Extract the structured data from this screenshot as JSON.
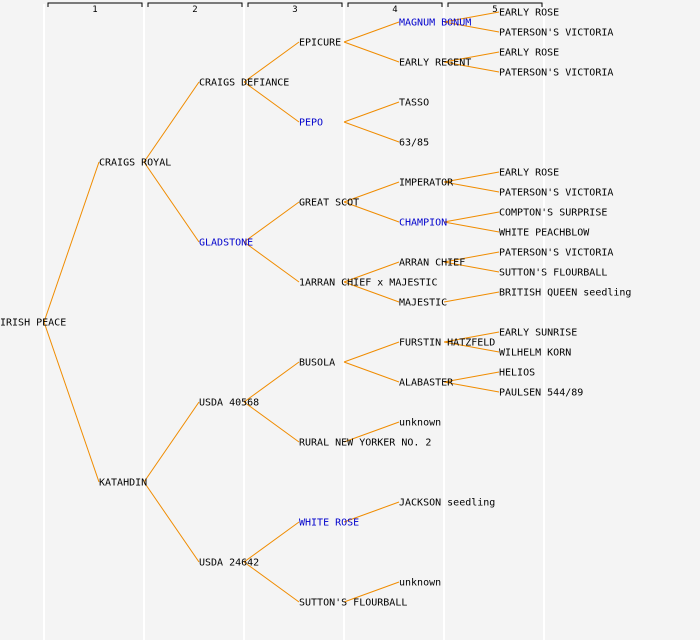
{
  "columns": [
    "1",
    "2",
    "3",
    "4",
    "5"
  ],
  "colors": {
    "background": "#f4f4f4",
    "line": "#f08c00",
    "text": "#000000",
    "highlight_text": "#0000cc"
  },
  "tree": {
    "name": "IRISH PEACE",
    "children": [
      {
        "name": "CRAIGS ROYAL",
        "children": [
          {
            "name": "CRAIGS DEFIANCE",
            "children": [
              {
                "name": "EPICURE",
                "children": [
                  {
                    "name": "MAGNUM BONUM",
                    "highlight": true,
                    "children": [
                      {
                        "name": "EARLY ROSE"
                      },
                      {
                        "name": "PATERSON'S VICTORIA"
                      }
                    ]
                  },
                  {
                    "name": "EARLY REGENT",
                    "children": [
                      {
                        "name": "EARLY ROSE"
                      },
                      {
                        "name": "PATERSON'S VICTORIA"
                      }
                    ]
                  }
                ]
              },
              {
                "name": "PEPO",
                "highlight": true,
                "children": [
                  {
                    "name": "TASSO"
                  },
                  {
                    "name": "63/85"
                  }
                ]
              }
            ]
          },
          {
            "name": "GLADSTONE",
            "highlight": true,
            "children": [
              {
                "name": "GREAT SCOT",
                "children": [
                  {
                    "name": "IMPERATOR",
                    "children": [
                      {
                        "name": "EARLY ROSE"
                      },
                      {
                        "name": "PATERSON'S VICTORIA"
                      }
                    ]
                  },
                  {
                    "name": "CHAMPION",
                    "highlight": true,
                    "children": [
                      {
                        "name": "COMPTON'S SURPRISE"
                      },
                      {
                        "name": "WHITE PEACHBLOW"
                      }
                    ]
                  }
                ]
              },
              {
                "name": "1ARRAN CHIEF x MAJESTIC",
                "children": [
                  {
                    "name": "ARRAN CHIEF",
                    "children": [
                      {
                        "name": "PATERSON'S VICTORIA"
                      },
                      {
                        "name": "SUTTON'S FLOURBALL"
                      }
                    ]
                  },
                  {
                    "name": "MAJESTIC",
                    "children": [
                      {
                        "name": "BRITISH QUEEN seedling"
                      }
                    ]
                  }
                ]
              }
            ]
          }
        ]
      },
      {
        "name": "KATAHDIN",
        "children": [
          {
            "name": "USDA 40568",
            "children": [
              {
                "name": "BUSOLA",
                "children": [
                  {
                    "name": "FURSTIN HATZFELD",
                    "children": [
                      {
                        "name": "EARLY SUNRISE"
                      },
                      {
                        "name": "WILHELM KORN"
                      }
                    ]
                  },
                  {
                    "name": "ALABASTER",
                    "children": [
                      {
                        "name": "HELIOS"
                      },
                      {
                        "name": "PAULSEN 544/89"
                      }
                    ]
                  }
                ]
              },
              {
                "name": "RURAL NEW YORKER NO. 2",
                "children": [
                  {
                    "name": "unknown"
                  }
                ]
              }
            ]
          },
          {
            "name": "USDA 24642",
            "children": [
              {
                "name": "WHITE ROSE",
                "highlight": true,
                "children": [
                  {
                    "name": "JACKSON seedling"
                  }
                ]
              },
              {
                "name": "SUTTON'S FLOURBALL",
                "children": [
                  {
                    "name": "unknown"
                  }
                ]
              }
            ]
          }
        ]
      }
    ]
  }
}
